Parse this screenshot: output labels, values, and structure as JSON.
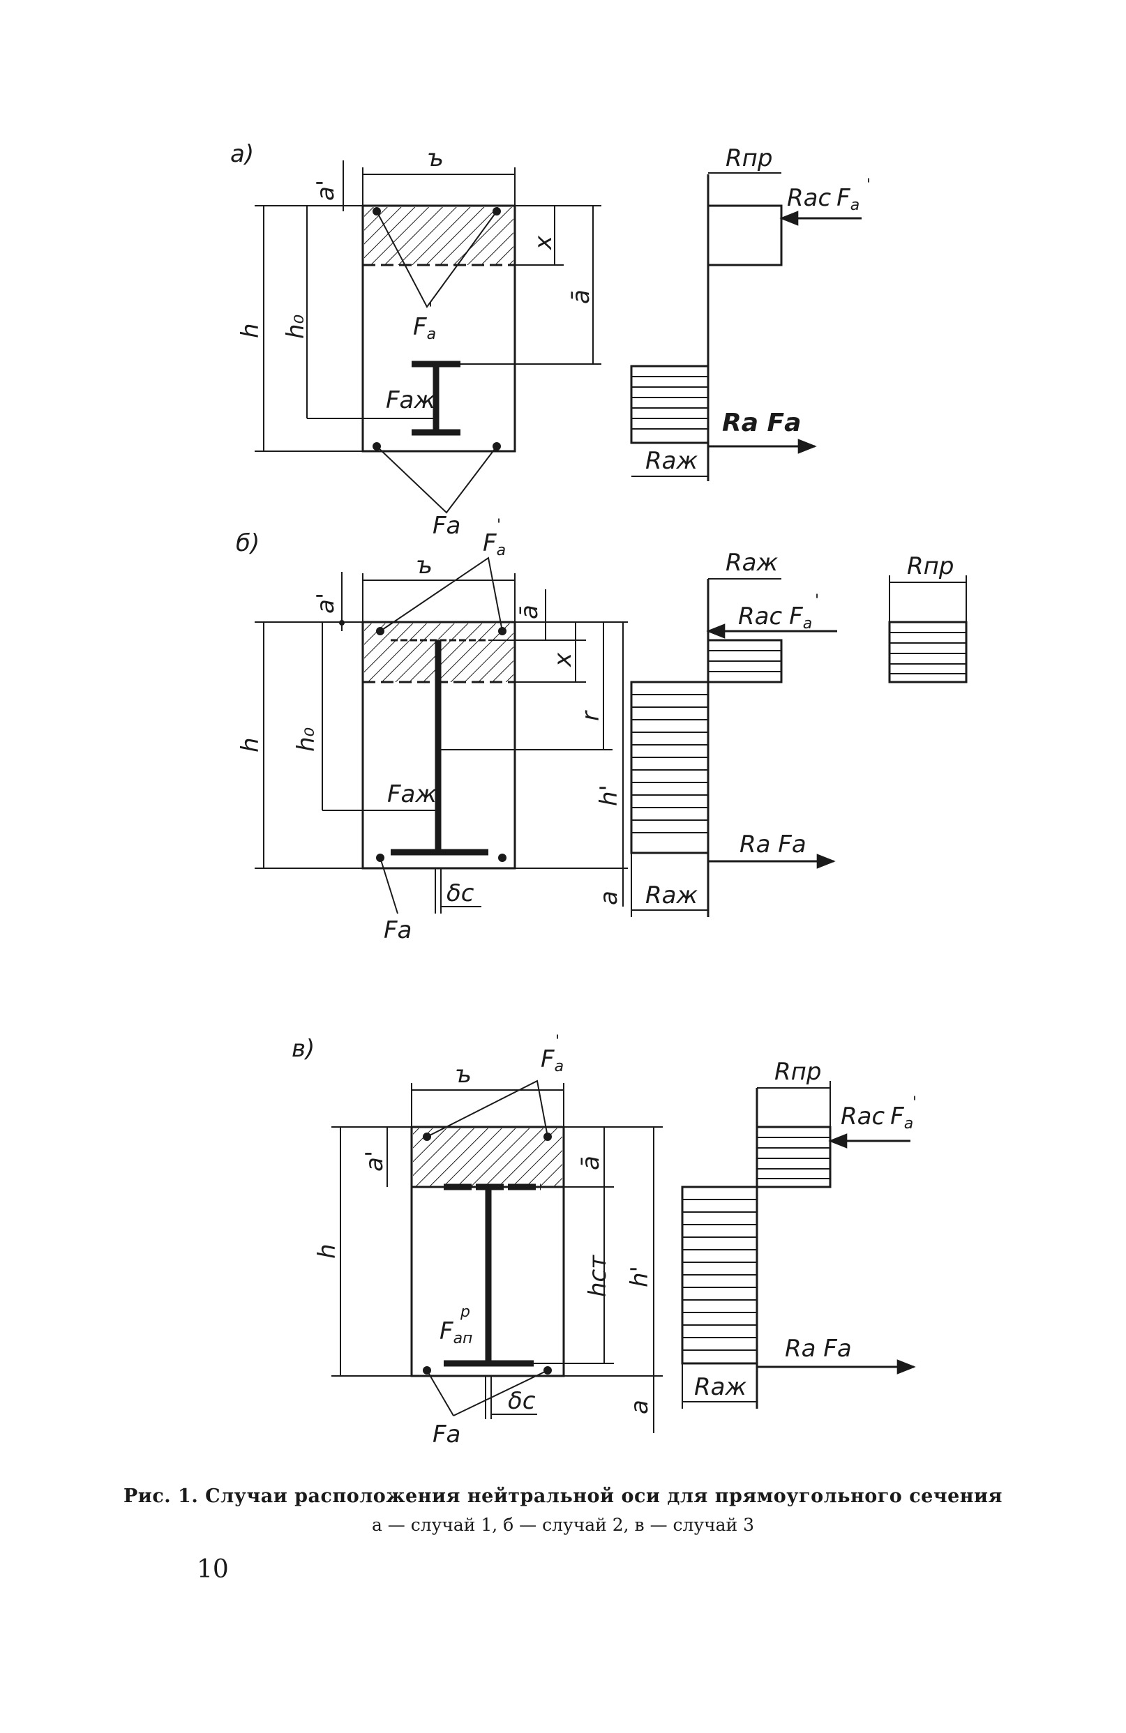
{
  "panels": {
    "a": {
      "tag": "а)",
      "labels": {
        "b": "ъ",
        "a_prime": "а'",
        "x": "x",
        "a_bar": "ā",
        "h": "h",
        "h0": "h₀",
        "F_prime": "F",
        "F_prime_sup": "'",
        "F_prime_sub": "а",
        "Faz": "Fаж",
        "Fa": "Fа",
        "Rpr": "Rпр",
        "Rac": "Rас",
        "Rac_F": "F",
        "Rac_F_sup": "'",
        "Rac_F_sub": "а",
        "RaFa": "Rа Fа",
        "Raz": "Rаж"
      }
    },
    "b": {
      "tag": "б)",
      "labels": {
        "b": "ъ",
        "a_prime": "а'",
        "a_bar": "ā",
        "x": "x",
        "r": "r",
        "h": "h",
        "h0": "h₀",
        "h_prime": "h'",
        "a": "а",
        "F_prime": "F",
        "F_prime_sup": "'",
        "F_prime_sub": "а",
        "Faz": "Fаж",
        "Fa": "Fа",
        "delta": "δс",
        "Raz_top": "Rаж",
        "Rac": "Rас",
        "Rac_F": "F",
        "Rac_F_sup": "'",
        "Rac_F_sub": "а",
        "Rpr": "Rпр",
        "RaFa": "Rа Fа",
        "Raz": "Rаж"
      }
    },
    "c": {
      "tag": "в)",
      "labels": {
        "b": "ъ",
        "a_prime": "а'",
        "a_bar": "ā",
        "h": "h",
        "hcm": "hст",
        "h_prime": "h'",
        "a": "а",
        "F_prime": "F",
        "F_prime_sup": "'",
        "F_prime_sub": "а",
        "Fan": "F",
        "Fan_sup": "р",
        "Fan_sub": "ап",
        "Fa": "Fа",
        "delta": "δс",
        "Rpr": "Rпр",
        "Rac": "Rас",
        "Rac_F": "F",
        "Rac_F_sup": "'",
        "Rac_F_sub": "а",
        "RaFa": "Rа Fа",
        "Raz": "Rаж"
      }
    }
  },
  "caption": {
    "line1": "Рис. 1. Случаи расположения нейтральной оси для прямоугольного сечения",
    "line2": "а — случай 1,  б — случай 2,  в — случай 3"
  },
  "page_number": "10"
}
